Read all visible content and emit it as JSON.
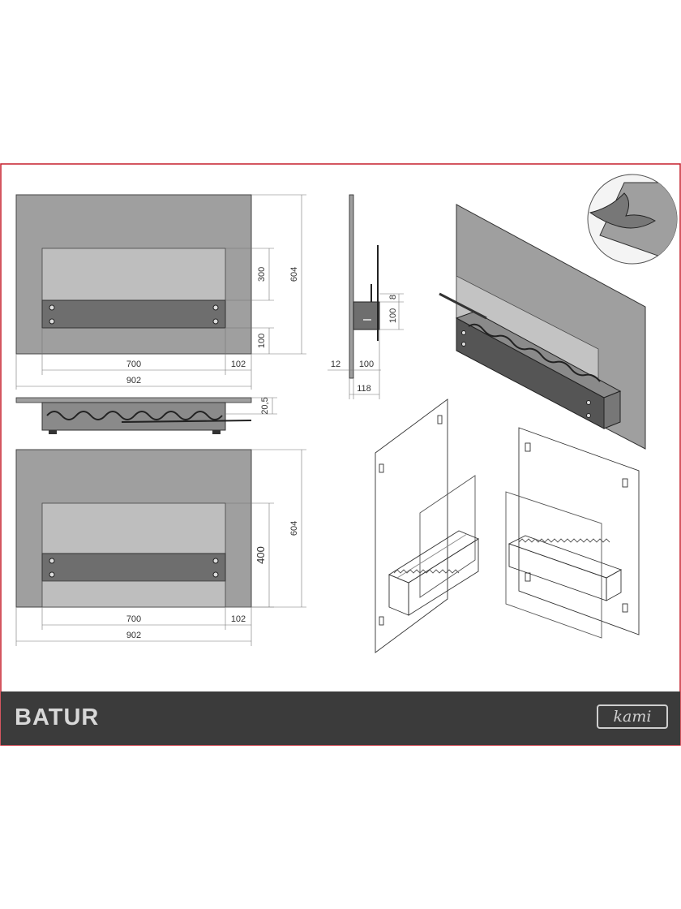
{
  "colors": {
    "frame": "#c51f2b",
    "panel": "#9f9f9f",
    "glass": "#bebebe",
    "burner": "#6e6e6e",
    "footer": "#3b3b3b",
    "footer_text": "#d8d8d8"
  },
  "front_top": {
    "dim_height_total": "604",
    "dim_height_glass": "300",
    "dim_height_burner": "100",
    "dim_width_burner": "700",
    "dim_width_margin": "102",
    "dim_width_total": "902"
  },
  "top_view": {
    "dim_depth": "20,5"
  },
  "side_view": {
    "dim_top": "8",
    "dim_burner_height": "100",
    "dim_wall_offset": "12",
    "dim_depth": "100",
    "dim_total_depth": "118"
  },
  "front_bottom": {
    "dim_height_total": "604",
    "dim_height_glass": "400",
    "dim_width_burner": "700",
    "dim_width_margin": "102",
    "dim_width_total": "902"
  },
  "footer": {
    "product_name": "BATUR",
    "logo_icon": "kami-logo",
    "logo_text": "kami"
  }
}
